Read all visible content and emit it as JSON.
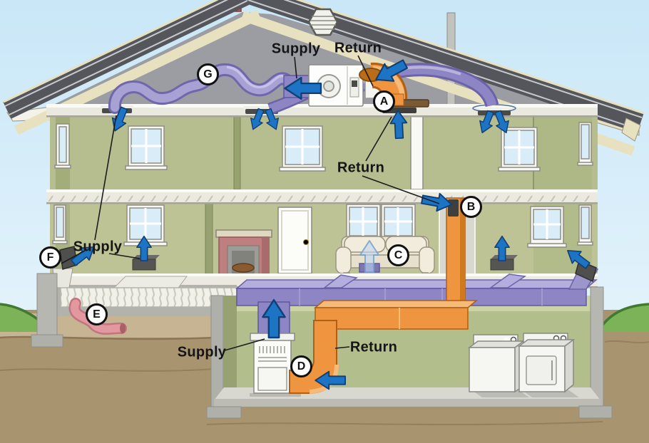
{
  "labels": [
    {
      "id": "attic-supply",
      "text": "Supply"
    },
    {
      "id": "attic-return",
      "text": "Return"
    },
    {
      "id": "second-floor-return",
      "text": "Return"
    },
    {
      "id": "first-floor-supply",
      "text": "Supply"
    },
    {
      "id": "basement-supply",
      "text": "Supply"
    },
    {
      "id": "basement-return",
      "text": "Return"
    }
  ],
  "markers": [
    "A",
    "B",
    "C",
    "D",
    "E",
    "F",
    "G"
  ],
  "colors": {
    "supply_duct": "#8d85c4",
    "supply_flex_duct": "#a8a1d4",
    "return_duct": "#ef9540",
    "airflow_arrow": "#1d74c4",
    "crawlspace_flex_duct": "#e2989e",
    "wall_green": "#b6bd8e",
    "roof_gray": "#55565b",
    "sky_blue": "#cdeaf7"
  }
}
